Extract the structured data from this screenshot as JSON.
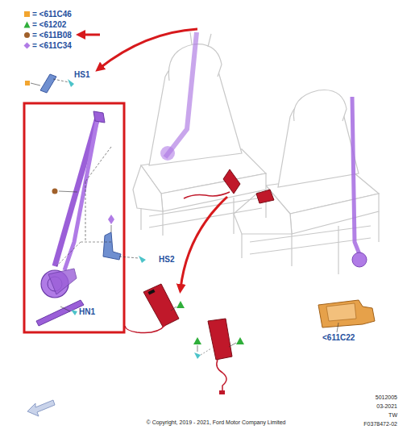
{
  "diagram": {
    "labels": [
      "HS1",
      "HS2",
      "HN1",
      "<611C22",
      "5012005",
      "03-2021",
      "TW",
      "F0378472-02",
      "© Copyright, 2019 - 2021, Ford Motor Company Limited"
    ],
    "legend": [
      {
        "text": "= <611C46",
        "color": "#f2a530"
      },
      {
        "text": "= <61202"
      },
      {
        "text": "= <611B08"
      },
      {
        "text": "= <611C34"
      }
    ]
  }
}
